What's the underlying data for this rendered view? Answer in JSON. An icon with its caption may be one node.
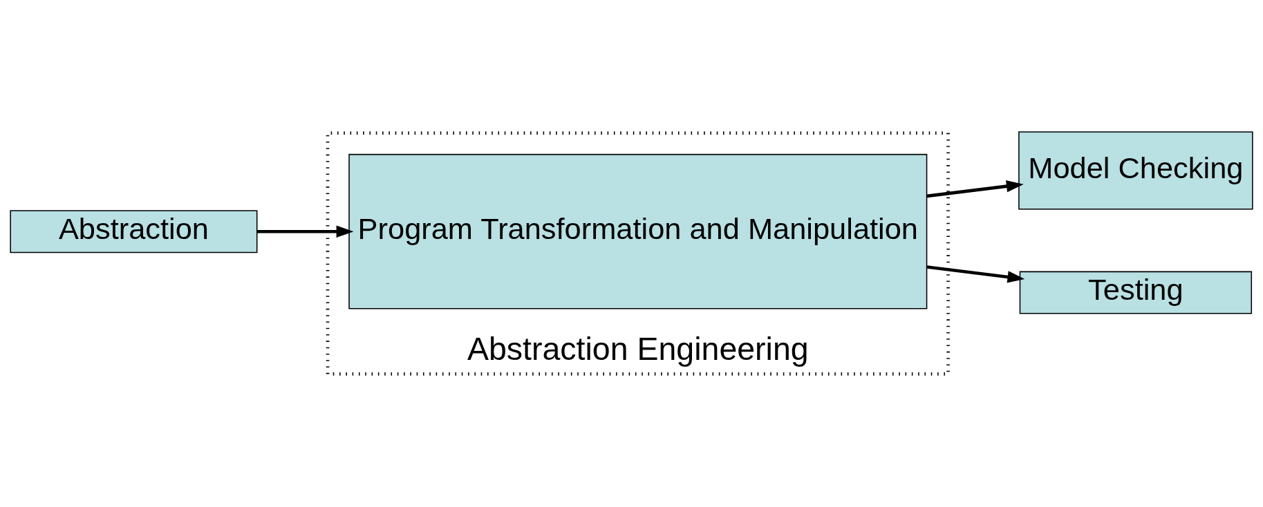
{
  "diagram": {
    "nodes": [
      {
        "text": [
          "Abstraction"
        ]
      },
      {
        "text": [
          "Abstraction Engineering"
        ]
      },
      {
        "text": [
          "Program Transformation and Manipulation"
        ],
        "in": 1
      },
      {
        "text": [
          "Model Checking"
        ]
      },
      {
        "text": [
          "Testing"
        ]
      }
    ],
    "edges": [
      {
        "from": 0,
        "to": 2,
        "arrow": "to"
      },
      {
        "from": 2,
        "to": 3,
        "arrow": "to"
      },
      {
        "from": 2,
        "to": 4,
        "arrow": "to"
      }
    ]
  }
}
